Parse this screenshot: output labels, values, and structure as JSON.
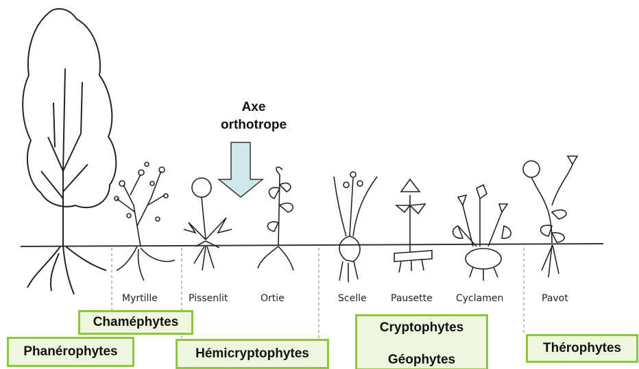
{
  "arrow_title": {
    "line1": "Axe",
    "line2": "orthotrope"
  },
  "plants": [
    "Myrtille",
    "Pissenlit",
    "Ortie",
    "Scelle",
    "Pausette",
    "Cyclamen",
    "Pavot"
  ],
  "categories": {
    "chamephytes": "Chaméphytes",
    "phanerophytes": "Phanérophytes",
    "hemicryptophytes": "Hémicryptophytes",
    "cryptophytes": "Cryptophytes",
    "geophytes": "Géophytes",
    "therophytes": "Thérophytes"
  },
  "colors": {
    "box_border": "#8cc63f",
    "box_fill": "#eef7dd",
    "arrow_fill": "#cfe8ec",
    "line": "#333333"
  }
}
